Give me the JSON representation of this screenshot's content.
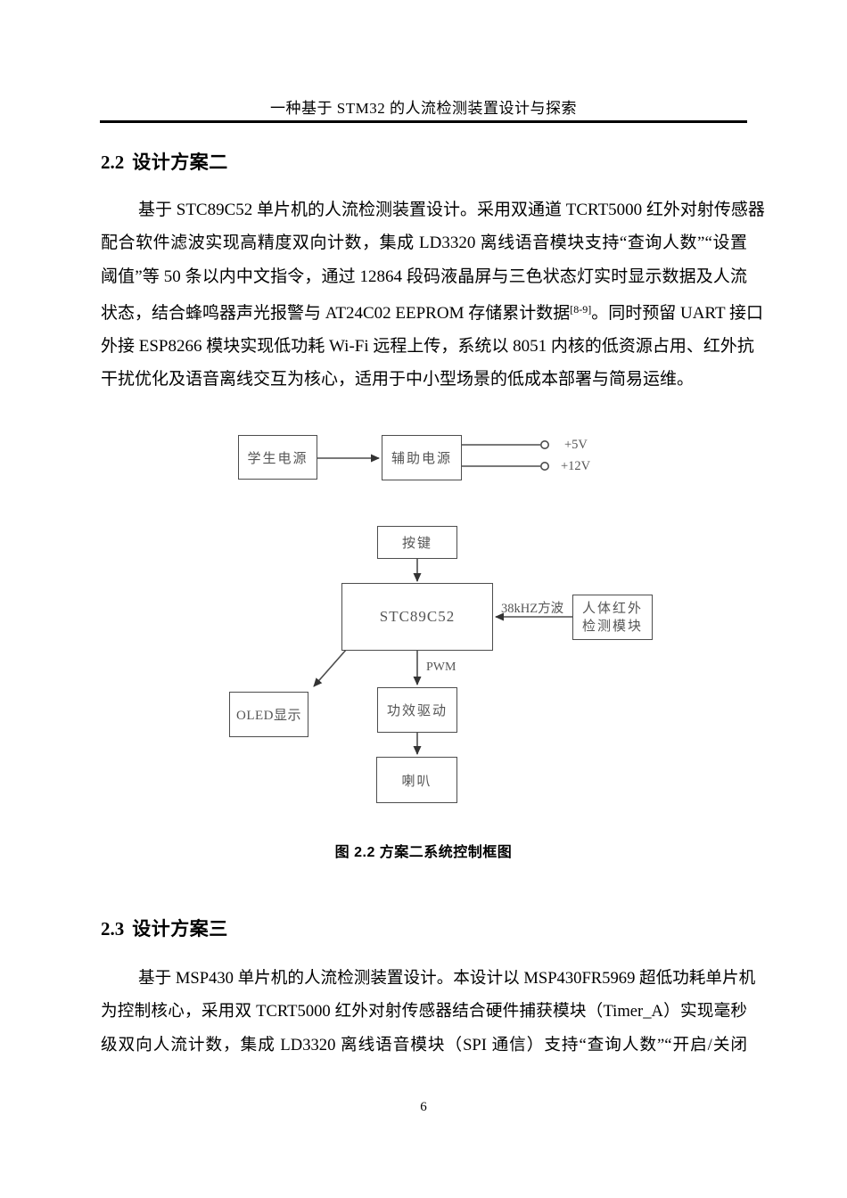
{
  "page": {
    "header_title": "一种基于 STM32 的人流检测装置设计与探索",
    "page_number": "6"
  },
  "sec22": {
    "number": "2.2",
    "title": "设计方案二",
    "lines": [
      "基于 STC89C52 单片机的人流检测装置设计。采用双通道 TCRT5000 红外对射传感器",
      "配合软件滤波实现高精度双向计数，集成 LD3320 离线语音模块支持“查询人数”“设置",
      "阈值”等 50 条以内中文指令，通过 12864 段码液晶屏与三色状态灯实时显示数据及人流",
      {
        "pre": "状态，结合蜂鸣器声光报警与 AT24C02 EEPROM 存储累计数据",
        "sup": "[8-9]",
        "post": "。同时预留 UART 接口"
      },
      "外接 ESP8266 模块实现低功耗 Wi-Fi 远程上传，系统以 8051 内核的低资源占用、红外抗",
      "干扰优化及语音离线交互为核心，适用于中小型场景的低成本部署与简易运维。"
    ]
  },
  "figure": {
    "caption": "图 2.2 方案二系统控制框图",
    "blocks": {
      "student_power": "学生电源",
      "aux_power": "辅助电源",
      "key": "按键",
      "mcu": "STC89C52",
      "ir_line1": "人体红外",
      "ir_line2": "检测模块",
      "oled": "OLED显示",
      "amp_driver": "功效驱动",
      "speaker": "喇叭"
    },
    "labels": {
      "v5": "+5V",
      "v12": "+12V",
      "square_wave": "38kHZ方波",
      "pwm": "PWM"
    }
  },
  "sec23": {
    "number": "2.3",
    "title": "设计方案三",
    "lines": [
      "基于 MSP430 单片机的人流检测装置设计。本设计以 MSP430FR5969 超低功耗单片机",
      "为控制核心，采用双 TCRT5000 红外对射传感器结合硬件捕获模块（Timer_A）实现毫秒",
      "级双向人流计数，集成 LD3320 离线语音模块（SPI 通信）支持“查询人数”“开启/关闭"
    ]
  }
}
